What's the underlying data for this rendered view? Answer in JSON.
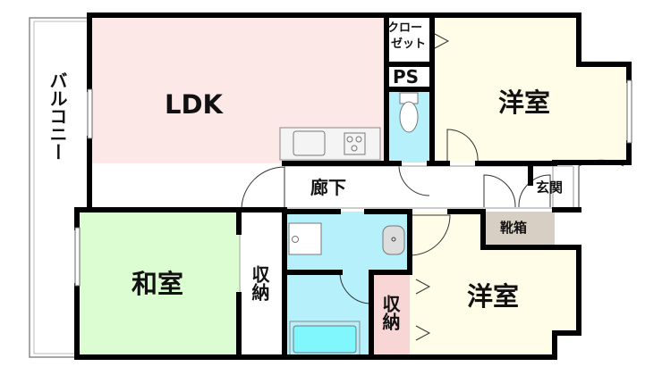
{
  "rooms": {
    "ldk": "LDK",
    "western_upper": "洋室",
    "western_lower": "洋室",
    "japanese": "和室",
    "storage_left": "収納",
    "storage_right": "収納",
    "hallway": "廊下",
    "entrance": "玄関",
    "shoe_box": "靴箱",
    "closet": "クローゼット",
    "closet_line1": "クロー",
    "closet_line2": "ゼット",
    "ps": "PS",
    "balcony": "バルコニー"
  },
  "colors": {
    "ldk": "#fde8e8",
    "western": "#fffde8",
    "japanese": "#dcfdd2",
    "water": "#b5f0fb",
    "bathtub": "#80f6fd",
    "storage_pink": "#f8d6d6",
    "shoe_box": "#d8cfc4",
    "wall": "#000000"
  }
}
